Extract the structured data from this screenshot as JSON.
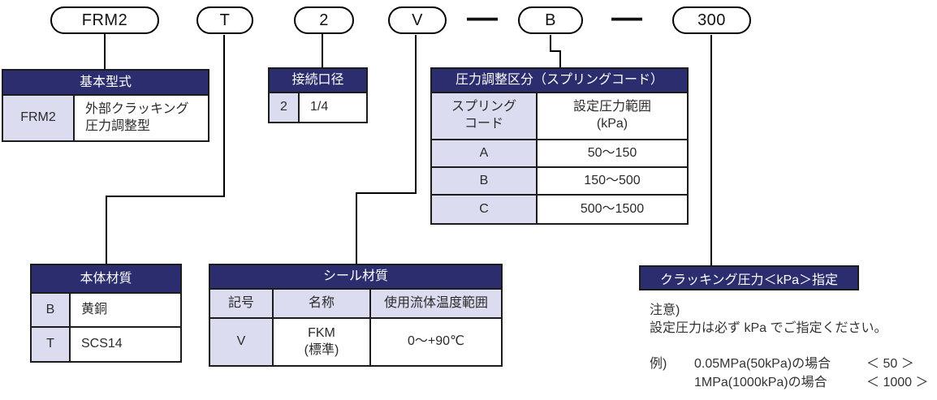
{
  "colors": {
    "navy": "#2b2d6e",
    "lavender": "#dcdcf0",
    "border": "#1c1c1c",
    "ink": "#2b2b2b"
  },
  "model_code": {
    "separator": "—",
    "segments": [
      {
        "label": "FRM2"
      },
      {
        "label": "T"
      },
      {
        "label": "2"
      },
      {
        "label": "V"
      },
      {
        "label": "B"
      },
      {
        "label": "300"
      }
    ]
  },
  "tables": {
    "basic_model": {
      "title": "基本型式",
      "rows": [
        {
          "code": "FRM2",
          "desc_line1": "外部クラッキング",
          "desc_line2": "圧力調整型"
        }
      ]
    },
    "port_size": {
      "title": "接続口径",
      "rows": [
        {
          "code": "2",
          "value": "1/4"
        }
      ]
    },
    "spring": {
      "title": "圧力調整区分（スプリングコード）",
      "col1_line1": "スプリング",
      "col1_line2": "コード",
      "col2_line1": "設定圧力範囲",
      "col2_line2": "(kPa)",
      "rows": [
        {
          "code": "A",
          "range": "50～150"
        },
        {
          "code": "B",
          "range": "150～500"
        },
        {
          "code": "C",
          "range": "500～1500"
        }
      ]
    },
    "body_material": {
      "title": "本体材質",
      "rows": [
        {
          "code": "B",
          "name": "黄銅"
        },
        {
          "code": "T",
          "name": "SCS14"
        }
      ]
    },
    "seal_material": {
      "title": "シール材質",
      "headers": [
        "記号",
        "名称",
        "使用流体温度範囲"
      ],
      "rows": [
        {
          "code": "V",
          "name_line1": "FKM",
          "name_line2": "(標準)",
          "temp": "0～+90℃"
        }
      ]
    },
    "cracking": {
      "title": "クラッキング圧力＜kPa＞指定"
    }
  },
  "notes": {
    "caution_label": "注意)",
    "caution_text": "設定圧力は必ず kPa でご指定ください。",
    "example_label": "例)",
    "examples": [
      {
        "case": "0.05MPa(50kPa)の場合",
        "value": "＜ 50 ＞"
      },
      {
        "case": "1MPa(1000kPa)の場合",
        "value": "＜ 1000 ＞"
      }
    ]
  }
}
